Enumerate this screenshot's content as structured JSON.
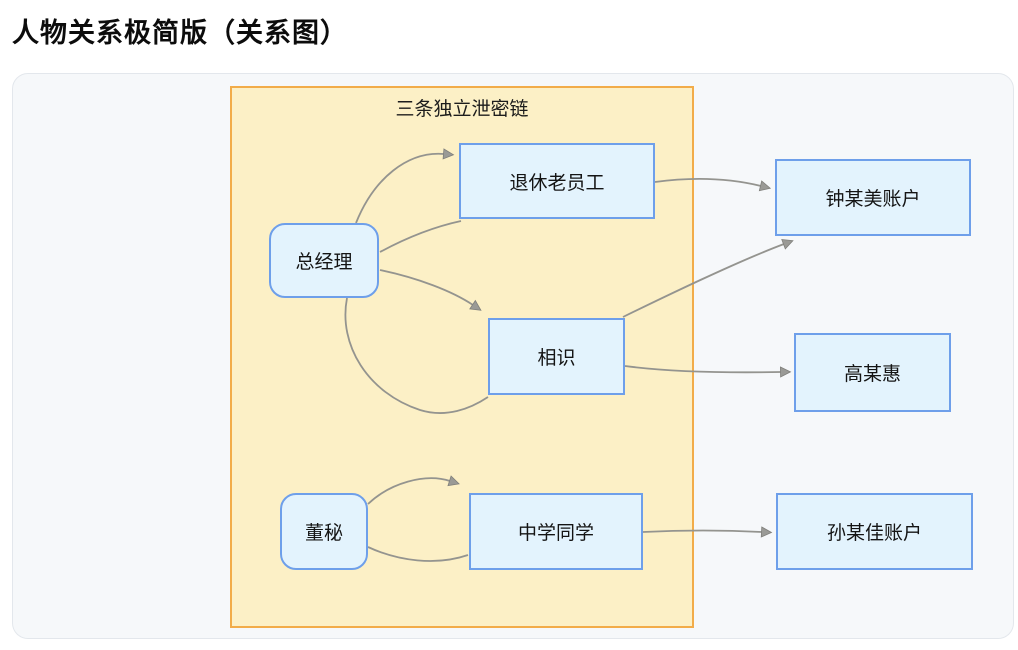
{
  "page": {
    "title": "人物关系极简版（关系图）"
  },
  "diagram": {
    "group": {
      "label": "三条独立泄密链",
      "fill": "#FCF0C6",
      "border_color": "#F2AC49"
    },
    "nodes": {
      "general_manager": {
        "label": "总经理",
        "shape": "rounded"
      },
      "retired_employee": {
        "label": "退休老员工",
        "shape": "rect"
      },
      "acquaintance": {
        "label": "相识",
        "shape": "rect"
      },
      "zhong_account": {
        "label": "钟某美账户",
        "shape": "rect"
      },
      "gao": {
        "label": "高某惠",
        "shape": "rect"
      },
      "board_secretary": {
        "label": "董秘",
        "shape": "rounded"
      },
      "classmate": {
        "label": "中学同学",
        "shape": "rect"
      },
      "sun_account": {
        "label": "孙某佳账户",
        "shape": "rect"
      }
    },
    "edges": [
      {
        "from": "总经理",
        "to": "退休老员工",
        "arrow": true
      },
      {
        "from": "总经理",
        "to": "退休老员工",
        "arrow": false
      },
      {
        "from": "总经理",
        "to": "相识",
        "arrow": true
      },
      {
        "from": "总经理",
        "to": "相识",
        "arrow": false
      },
      {
        "from": "退休老员工",
        "to": "钟某美账户",
        "arrow": true
      },
      {
        "from": "相识",
        "to": "钟某美账户",
        "arrow": true
      },
      {
        "from": "相识",
        "to": "高某惠",
        "arrow": true
      },
      {
        "from": "董秘",
        "to": "中学同学",
        "arrow": true
      },
      {
        "from": "董秘",
        "to": "中学同学",
        "arrow": false
      },
      {
        "from": "中学同学",
        "to": "孙某佳账户",
        "arrow": true
      }
    ],
    "colors": {
      "canvas_fill": "#F6F8FA",
      "canvas_border": "#E3E7EC",
      "node_fill": "#E3F3FD",
      "node_border": "#6E9FEA",
      "edge_stroke": "#94948F",
      "arrowhead_fill": "#9A9A96"
    }
  }
}
